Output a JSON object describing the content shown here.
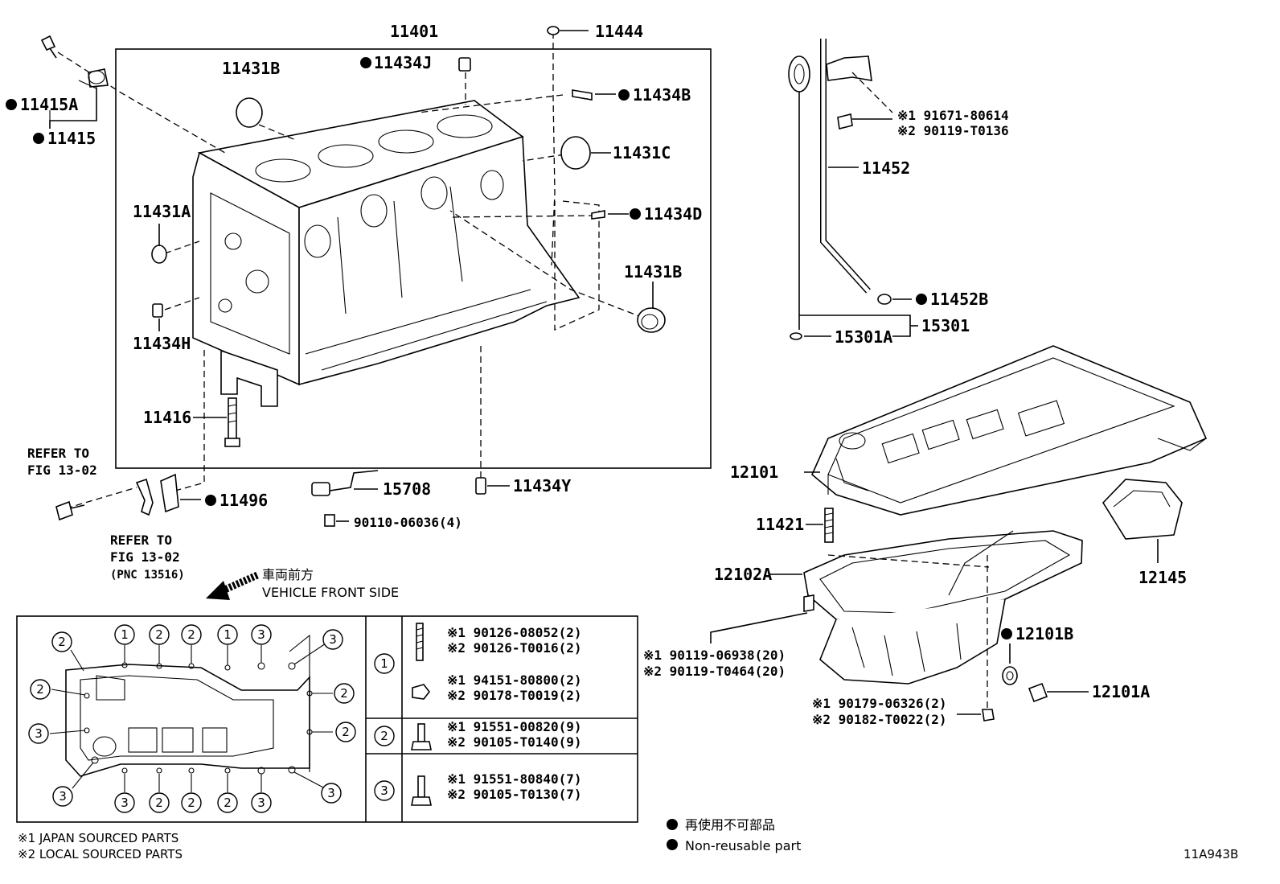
{
  "labels": {
    "p11401": "11401",
    "p11444": "11444",
    "p11434J": "11434J",
    "p11431B_top": "11431B",
    "p11434B": "11434B",
    "p11415A": "11415A",
    "p11415": "11415",
    "p11431C": "11431C",
    "p11431A": "11431A",
    "p11434D": "11434D",
    "p11431B_right": "11431B",
    "p11434H": "11434H",
    "p11416": "11416",
    "p11496": "11496",
    "p15708": "15708",
    "p11434Y": "11434Y",
    "p90110": "90110-06036(4)",
    "p11452": "11452",
    "p11452B": "11452B",
    "p15301": "15301",
    "p15301A": "15301A",
    "p12101": "12101",
    "p11421": "11421",
    "p12102A": "12102A",
    "p12145": "12145",
    "p12101B": "12101B",
    "p12101A": "12101A",
    "refer1_line1": "REFER TO",
    "refer1_line2": "FIG 13-02",
    "refer2_line1": "REFER TO",
    "refer2_line2": "FIG 13-02",
    "refer2_line3": "(PNC 13516)",
    "front_jp": "車両前方",
    "front_en": "VEHICLE FRONT SIDE",
    "bracket_j": "※1 91671-80614",
    "bracket_l": "※2 90119-T0136",
    "pan_bolt_j": "※1 90119-06938(20)",
    "pan_bolt_l": "※2 90119-T0464(20)",
    "nut_j": "※1 90179-06326(2)",
    "nut_l": "※2 90182-T0022(2)",
    "note1": "※1 JAPAN SOURCED PARTS",
    "note2": "※2 LOCAL SOURCED PARTS",
    "legend_jp": "再使用不可部品",
    "legend_en": "Non-reusable part",
    "diagram_code": "11A943B"
  },
  "fastener_table": [
    {
      "num": "1",
      "lines": [
        "※1 90126-08052(2)",
        "※2 90126-T0016(2)",
        "※1 94151-80800(2)",
        "※2 90178-T0019(2)"
      ]
    },
    {
      "num": "2",
      "lines": [
        "※1 91551-00820(9)",
        "※2 90105-T0140(9)"
      ]
    },
    {
      "num": "3",
      "lines": [
        "※1 91551-80840(7)",
        "※2 90105-T0130(7)"
      ]
    }
  ],
  "pan_plan_callouts": {
    "top": [
      "1",
      "2",
      "2",
      "1",
      "3",
      "3"
    ],
    "left": [
      "2",
      "2",
      "3",
      "3"
    ],
    "right": [
      "2",
      "2",
      "3"
    ],
    "bottom": [
      "3",
      "2",
      "2",
      "2",
      "3"
    ]
  }
}
